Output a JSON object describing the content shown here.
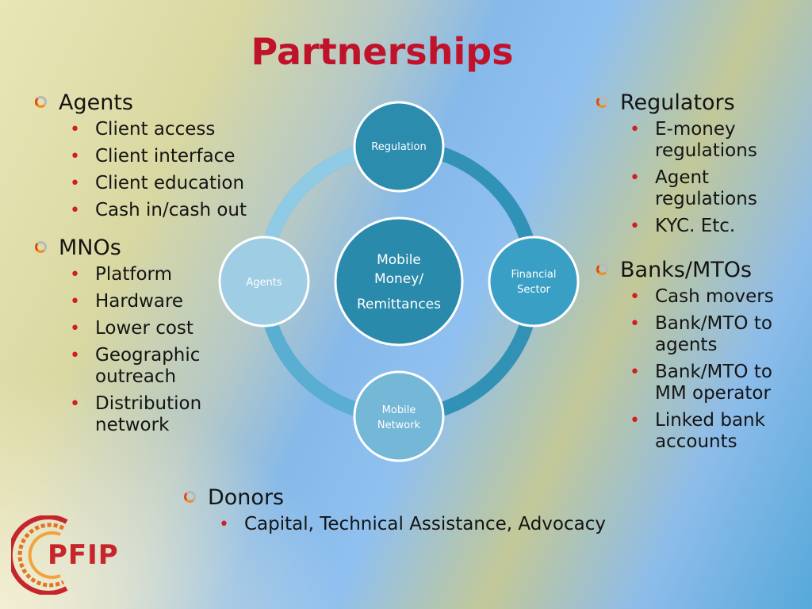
{
  "slide": {
    "title": "Partnerships"
  },
  "left": {
    "groups": [
      {
        "heading": "Agents",
        "items": [
          "Client access",
          "Client interface",
          "Client education",
          "Cash in/cash out"
        ]
      },
      {
        "heading": "MNOs",
        "items": [
          "Platform",
          "Hardware",
          "Lower cost",
          "Geographic outreach",
          "Distribution network"
        ]
      }
    ]
  },
  "right": {
    "groups": [
      {
        "heading": "Regulators",
        "items": [
          "E-money regulations",
          "Agent regulations",
          "KYC. Etc."
        ]
      },
      {
        "heading": "Banks/MTOs",
        "items": [
          "Cash movers",
          "Bank/MTO to agents",
          "Bank/MTO to MM operator",
          "Linked bank accounts"
        ]
      }
    ]
  },
  "bottom": {
    "heading": "Donors",
    "items": [
      "Capital, Technical Assistance, Advocacy"
    ]
  },
  "diagram": {
    "center": {
      "line1": "Mobile",
      "line2": "Money/",
      "line3": "Remittances"
    },
    "nodes": {
      "top": "Regulation",
      "right_line1": "Financial",
      "right_line2": "Sector",
      "bottom_line1": "Mobile",
      "bottom_line2": "Network",
      "left": "Agents"
    },
    "colors": {
      "ring_dark": "#2c8fb3",
      "ring_light": "#8fcbe4",
      "node_dark": "#2b8cad",
      "node_mid": "#3a9fc4",
      "node_light": "#74b7d6",
      "node_pale": "#9fcde3",
      "center": "#2a8aab"
    }
  },
  "logo": {
    "text": "PFIP"
  },
  "colors": {
    "title": "#c0122b",
    "bullet": "#d11f1f",
    "text": "#141414"
  }
}
